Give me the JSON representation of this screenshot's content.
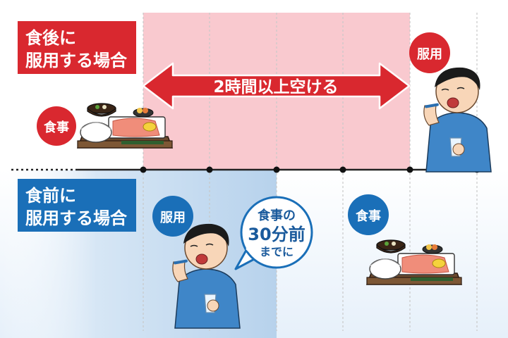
{
  "after_meal": {
    "label_line1": "食後に",
    "label_line2": "服用する場合",
    "arrow_text": "2時間以上空ける",
    "meal_badge": "食事",
    "dose_badge": "服用",
    "color": "#d9282f"
  },
  "before_meal": {
    "label_line1": "食前に",
    "label_line2": "服用する場合",
    "dose_badge": "服用",
    "meal_badge": "食事",
    "bubble_line1": "食事の",
    "bubble_line2": "30分前",
    "bubble_line3": "までに",
    "color": "#1a6fb8"
  },
  "icons": [
    "meal-tray-icon",
    "person-taking-medicine-icon",
    "glass-of-water-icon"
  ]
}
